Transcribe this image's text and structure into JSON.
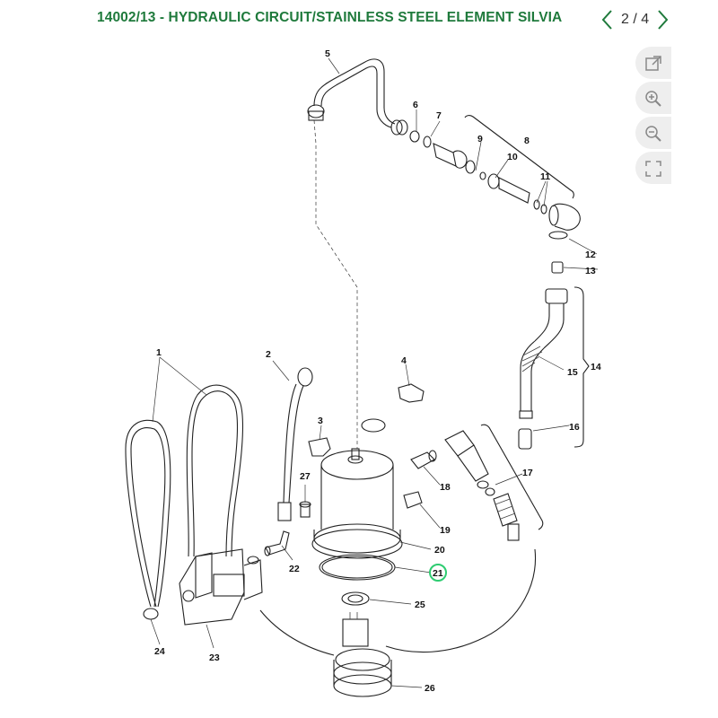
{
  "header": {
    "title": "14002/13 - HYDRAULIC CIRCUIT/STAINLESS STEEL ELEMENT SILVIA",
    "page_indicator": "2 / 4"
  },
  "toolbar": {
    "icons": [
      "external-link-icon",
      "zoom-in-icon",
      "zoom-out-icon",
      "fullscreen-icon"
    ]
  },
  "diagram": {
    "highlight_color": "#2ecc71",
    "highlighted_part": "21",
    "labels": [
      "1",
      "2",
      "3",
      "4",
      "5",
      "6",
      "7",
      "8",
      "9",
      "10",
      "11",
      "12",
      "13",
      "14",
      "15",
      "16",
      "17",
      "18",
      "19",
      "20",
      "21",
      "22",
      "23",
      "24",
      "25",
      "26",
      "27"
    ]
  }
}
